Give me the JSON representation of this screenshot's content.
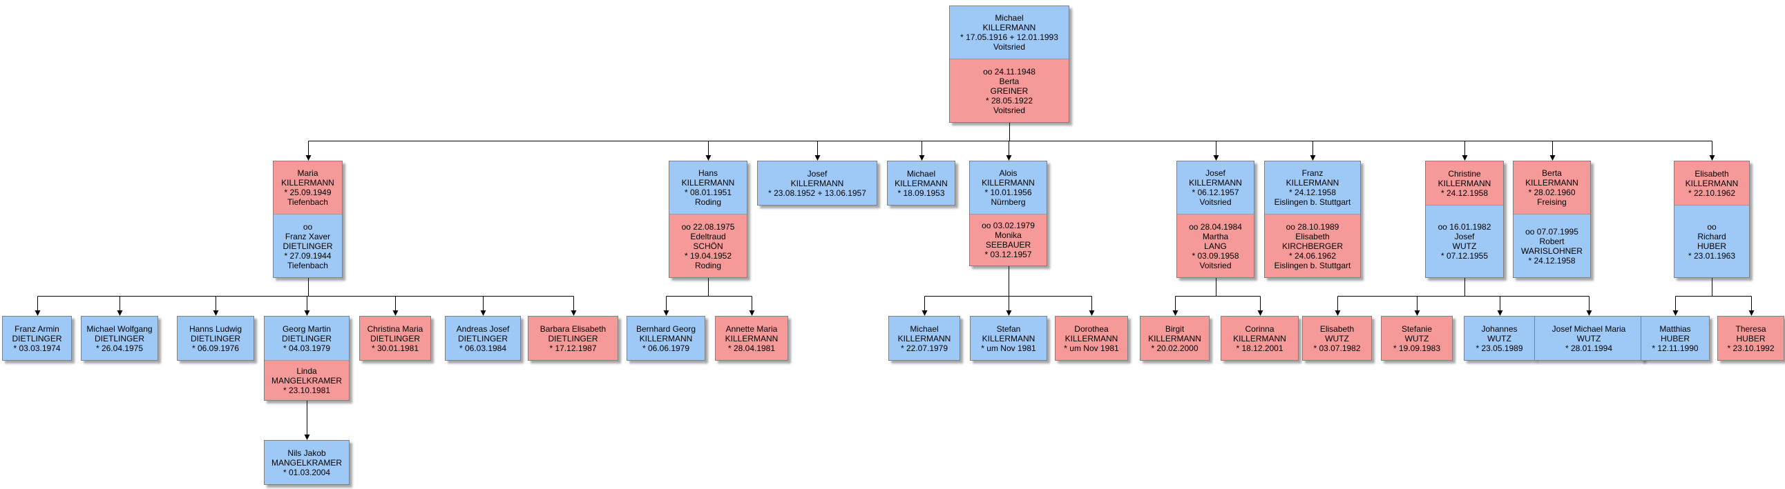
{
  "colors": {
    "male": "#9ec8f5",
    "female": "#f59999",
    "line": "#000000"
  },
  "nodes": [
    {
      "id": "michael-root",
      "sections": [
        {
          "sex": "m",
          "text": "Michael\nKILLERMANN\n* 17.05.1916  + 12.01.1993\nVoitsried"
        },
        {
          "sex": "f",
          "text": "oo 24.11.1948\nBerta\nGREINER\n* 28.05.1922\nVoitsried"
        }
      ]
    },
    {
      "id": "maria",
      "sections": [
        {
          "sex": "f",
          "text": "Maria\nKILLERMANN\n* 25.09.1949\nTiefenbach"
        },
        {
          "sex": "m",
          "text": "oo\nFranz Xaver\nDIETLINGER\n* 27.09.1944\nTiefenbach"
        }
      ]
    },
    {
      "id": "hans",
      "sections": [
        {
          "sex": "m",
          "text": "Hans\nKILLERMANN\n* 08.01.1951\nRoding"
        },
        {
          "sex": "f",
          "text": "oo 22.08.1975\nEdeltraud\nSCHÖN\n* 19.04.1952\nRoding"
        }
      ]
    },
    {
      "id": "josef-1952",
      "sections": [
        {
          "sex": "m",
          "text": "Josef\nKILLERMANN\n* 23.08.1952  + 13.06.1957"
        }
      ]
    },
    {
      "id": "michael-1953",
      "sections": [
        {
          "sex": "m",
          "text": "Michael\nKILLERMANN\n* 18.09.1953"
        }
      ]
    },
    {
      "id": "alois",
      "sections": [
        {
          "sex": "m",
          "text": "Alois\nKILLERMANN\n* 10.01.1956\nNürnberg"
        },
        {
          "sex": "f",
          "text": "oo 03.02.1979\nMonika\nSEEBAUER\n* 03.12.1957"
        }
      ]
    },
    {
      "id": "josef-1957",
      "sections": [
        {
          "sex": "m",
          "text": "Josef\nKILLERMANN\n* 06.12.1957\nVoitsried"
        },
        {
          "sex": "f",
          "text": "oo 28.04.1984\nMartha\nLANG\n* 03.09.1958\nVoitsried"
        }
      ]
    },
    {
      "id": "franz",
      "sections": [
        {
          "sex": "m",
          "text": "Franz\nKILLERMANN\n* 24.12.1958\nEislingen b. Stuttgart"
        },
        {
          "sex": "f",
          "text": "oo 28.10.1989\nElisabeth\nKIRCHBERGER\n* 24.06.1962\nEislingen b. Stuttgart"
        }
      ]
    },
    {
      "id": "christine",
      "sections": [
        {
          "sex": "f",
          "text": "Christine\nKILLERMANN\n* 24.12.1958"
        },
        {
          "sex": "m",
          "text": "oo 16.01.1982\nJosef\nWUTZ\n* 07.12.1955"
        }
      ]
    },
    {
      "id": "berta",
      "sections": [
        {
          "sex": "f",
          "text": "Berta\nKILLERMANN\n* 28.02.1960\nFreising"
        },
        {
          "sex": "m",
          "text": "oo 07.07.1995\nRobert\nWARISLOHNER\n* 24.12.1958"
        }
      ]
    },
    {
      "id": "elisabeth",
      "sections": [
        {
          "sex": "f",
          "text": "Elisabeth\nKILLERMANN\n* 22.10.1962"
        },
        {
          "sex": "m",
          "text": "oo\nRichard\nHUBER\n* 23.01.1963"
        }
      ]
    },
    {
      "id": "franz-armin",
      "sections": [
        {
          "sex": "m",
          "text": "Franz Armin\nDIETLINGER\n* 03.03.1974"
        }
      ]
    },
    {
      "id": "michael-wolfgang",
      "sections": [
        {
          "sex": "m",
          "text": "Michael Wolfgang\nDIETLINGER\n* 26.04.1975"
        }
      ]
    },
    {
      "id": "hanns-ludwig",
      "sections": [
        {
          "sex": "m",
          "text": "Hanns Ludwig\nDIETLINGER\n* 06.09.1976"
        }
      ]
    },
    {
      "id": "georg-martin",
      "sections": [
        {
          "sex": "m",
          "text": "Georg Martin\nDIETLINGER\n* 04.03.1979"
        },
        {
          "sex": "f",
          "text": "Linda\nMANGELKRAMER\n* 23.10.1981"
        }
      ]
    },
    {
      "id": "christina-maria",
      "sections": [
        {
          "sex": "f",
          "text": "Christina Maria\nDIETLINGER\n* 30.01.1981"
        }
      ]
    },
    {
      "id": "andreas-josef",
      "sections": [
        {
          "sex": "m",
          "text": "Andreas Josef\nDIETLINGER\n* 06.03.1984"
        }
      ]
    },
    {
      "id": "barbara-elisabeth",
      "sections": [
        {
          "sex": "f",
          "text": "Barbara Elisabeth\nDIETLINGER\n* 17.12.1987"
        }
      ]
    },
    {
      "id": "bernhard-georg",
      "sections": [
        {
          "sex": "m",
          "text": "Bernhard Georg\nKILLERMANN\n* 06.06.1979"
        }
      ]
    },
    {
      "id": "annette-maria",
      "sections": [
        {
          "sex": "f",
          "text": "Annette Maria\nKILLERMANN\n* 28.04.1981"
        }
      ]
    },
    {
      "id": "michael-1979",
      "sections": [
        {
          "sex": "m",
          "text": "Michael\nKILLERMANN\n* 22.07.1979"
        }
      ]
    },
    {
      "id": "stefan",
      "sections": [
        {
          "sex": "m",
          "text": "Stefan\nKILLERMANN\n* um Nov 1981"
        }
      ]
    },
    {
      "id": "dorothea",
      "sections": [
        {
          "sex": "f",
          "text": "Dorothea\nKILLERMANN\n* um Nov 1981"
        }
      ]
    },
    {
      "id": "birgit",
      "sections": [
        {
          "sex": "f",
          "text": "Birgit\nKILLERMANN\n* 20.02.2000"
        }
      ]
    },
    {
      "id": "corinna",
      "sections": [
        {
          "sex": "f",
          "text": "Corinna\nKILLERMANN\n* 18.12.2001"
        }
      ]
    },
    {
      "id": "elisabeth-wutz",
      "sections": [
        {
          "sex": "f",
          "text": "Elisabeth\nWUTZ\n* 03.07.1982"
        }
      ]
    },
    {
      "id": "stefanie-wutz",
      "sections": [
        {
          "sex": "f",
          "text": "Stefanie\nWUTZ\n* 19.09.1983"
        }
      ]
    },
    {
      "id": "johannes-wutz",
      "sections": [
        {
          "sex": "m",
          "text": "Johannes\nWUTZ\n* 23.05.1989"
        }
      ]
    },
    {
      "id": "josef-michael-maria",
      "sections": [
        {
          "sex": "m",
          "text": "Josef Michael Maria\nWUTZ\n* 28.01.1994"
        }
      ]
    },
    {
      "id": "matthias-huber",
      "sections": [
        {
          "sex": "m",
          "text": "Matthias\nHUBER\n* 12.11.1990"
        }
      ]
    },
    {
      "id": "theresa-huber",
      "sections": [
        {
          "sex": "f",
          "text": "Theresa\nHUBER\n* 23.10.1992"
        }
      ]
    },
    {
      "id": "nils-jakob",
      "sections": [
        {
          "sex": "m",
          "text": "Nils Jakob\nMANGELKRAMER\n* 01.03.2004"
        }
      ]
    }
  ],
  "families": [
    {
      "parent": "michael-root",
      "children": [
        "maria",
        "hans",
        "josef-1952",
        "michael-1953",
        "alois",
        "josef-1957",
        "franz",
        "christine",
        "berta",
        "elisabeth"
      ]
    },
    {
      "parent": "maria",
      "children": [
        "franz-armin",
        "michael-wolfgang",
        "hanns-ludwig",
        "georg-martin",
        "christina-maria",
        "andreas-josef",
        "barbara-elisabeth"
      ]
    },
    {
      "parent": "hans",
      "children": [
        "bernhard-georg",
        "annette-maria"
      ]
    },
    {
      "parent": "alois",
      "children": [
        "michael-1979",
        "stefan",
        "dorothea"
      ]
    },
    {
      "parent": "josef-1957",
      "children": [
        "birgit",
        "corinna"
      ]
    },
    {
      "parent": "christine",
      "children": [
        "elisabeth-wutz",
        "stefanie-wutz",
        "johannes-wutz",
        "josef-michael-maria"
      ]
    },
    {
      "parent": "elisabeth",
      "children": [
        "matthias-huber",
        "theresa-huber"
      ]
    },
    {
      "parent": "georg-martin",
      "children": [
        "nils-jakob"
      ],
      "arrow": true
    }
  ]
}
